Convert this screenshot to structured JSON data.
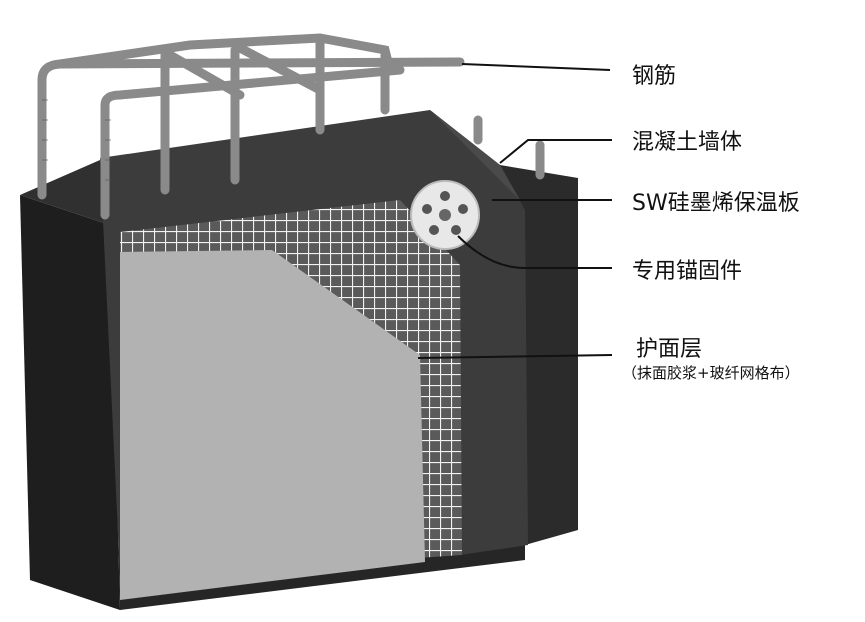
{
  "labels": {
    "rebar": "钢筋",
    "concrete_wall": "混凝土墙体",
    "insulation_board": "SW硅墨烯保温板",
    "anchor": "专用锚固件",
    "protective_layer": "护面层",
    "protective_layer_detail": "（抹面胶浆+玻纤网格布）"
  },
  "colors": {
    "concrete": "#262626",
    "insulation": "#3b3b3b",
    "mesh": "#ffffff",
    "plaster": "#b2b2b2",
    "rebar": "#8a8a8a"
  }
}
